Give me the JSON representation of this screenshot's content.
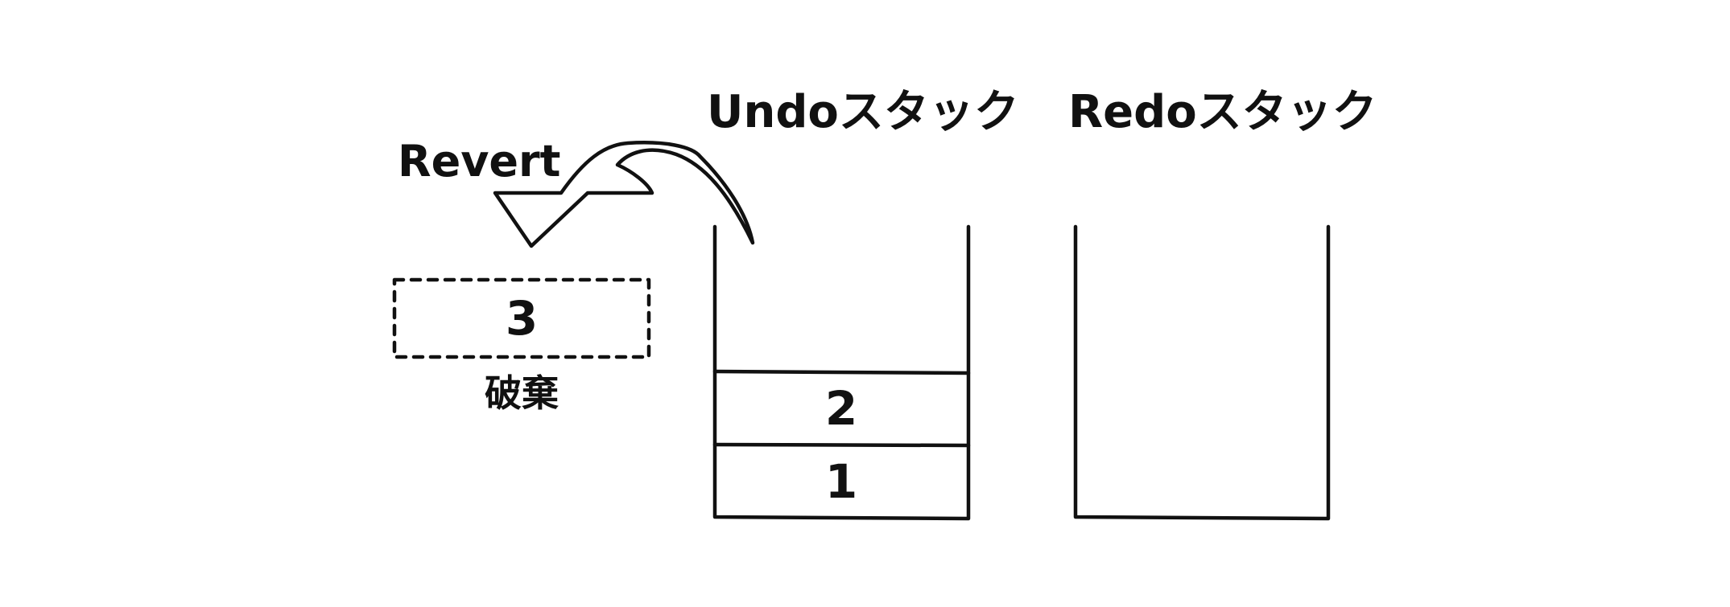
{
  "undo_stack": {
    "title": "Undoスタック",
    "items": [
      "2",
      "1"
    ]
  },
  "redo_stack": {
    "title": "Redoスタック",
    "items": []
  },
  "revert": {
    "label": "Revert"
  },
  "discarded": {
    "value": "3",
    "label": "破棄"
  },
  "colors": {
    "line": "#111111",
    "background": "#ffffff"
  }
}
